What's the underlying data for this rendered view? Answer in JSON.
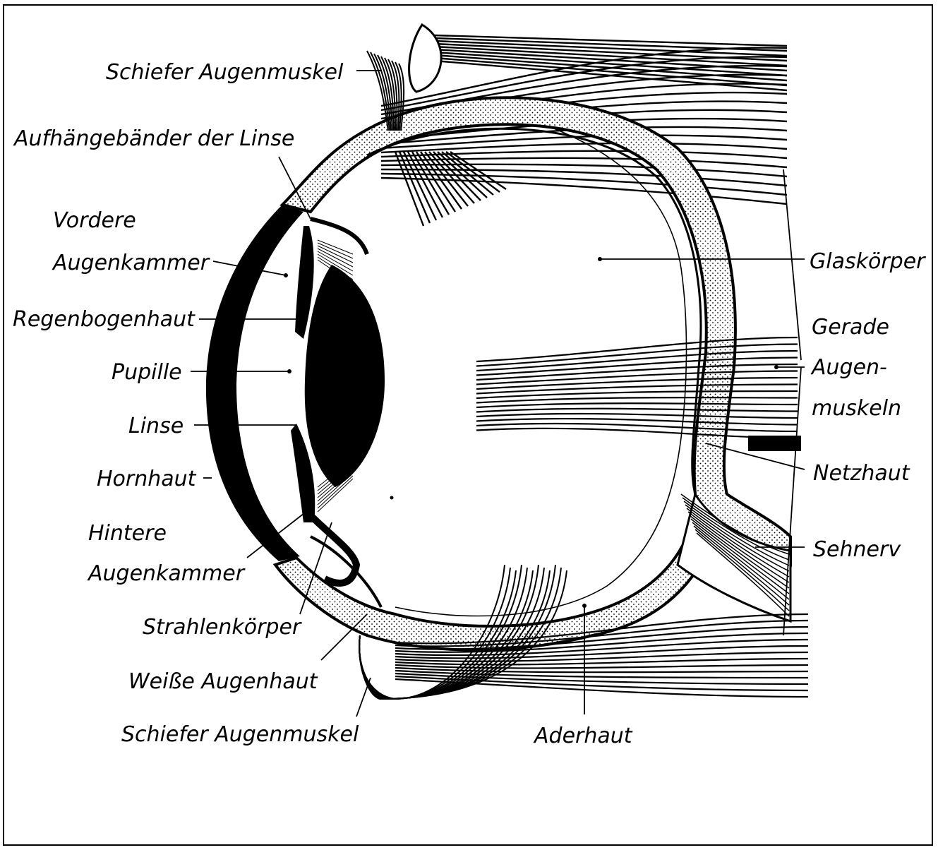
{
  "colors": {
    "ink": "#000000",
    "paper": "#ffffff",
    "stipple": "#000000"
  },
  "labels": {
    "oblique_muscle_top": "Schiefer Augenmuskel",
    "suspensory_ligaments": "Aufhängebänder der Linse",
    "anterior_chamber_1": "Vordere",
    "anterior_chamber_2": "Augenkammer",
    "iris": "Regenbogenhaut",
    "pupil": "Pupille",
    "lens": "Linse",
    "cornea": "Hornhaut",
    "posterior_chamber_1": "Hintere",
    "posterior_chamber_2": "Augenkammer",
    "ciliary_body": "Strahlenkörper",
    "sclera": "Weiße Augenhaut",
    "oblique_muscle_bottom": "Schiefer Augenmuskel",
    "choroid": "Aderhaut",
    "vitreous_body": "Glaskörper",
    "rectus_muscles_1": "Gerade",
    "rectus_muscles_2": "Augen-",
    "rectus_muscles_3": "muskeln",
    "retina": "Netzhaut",
    "optic_nerve": "Sehnerv"
  }
}
